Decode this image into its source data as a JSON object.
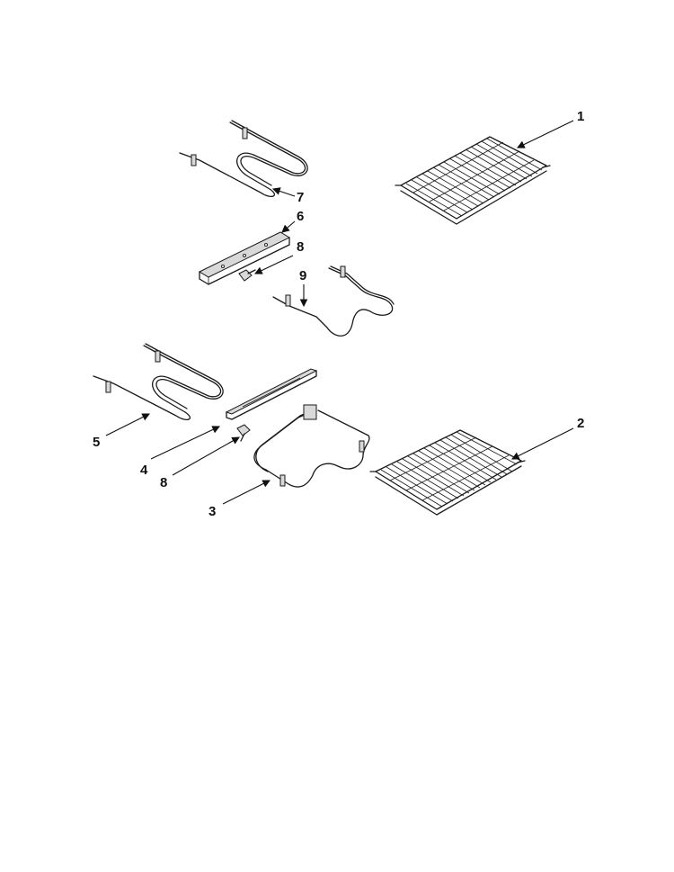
{
  "callouts": [
    {
      "number": "1",
      "part": "oven-rack-upper"
    },
    {
      "number": "2",
      "part": "oven-rack-lower"
    },
    {
      "number": "3",
      "part": "bake-element"
    },
    {
      "number": "4",
      "part": "element-bracket"
    },
    {
      "number": "5",
      "part": "broil-element-lower"
    },
    {
      "number": "6",
      "part": "element-bracket-upper"
    },
    {
      "number": "7",
      "part": "broil-element-upper"
    },
    {
      "number": "8",
      "part": "screw-upper"
    },
    {
      "number": "8",
      "part": "screw-lower"
    },
    {
      "number": "9",
      "part": "bake-element-upper"
    }
  ],
  "colors": {
    "line": "#1a1a1a",
    "background": "#ffffff",
    "metal_fill": "#d9d9d9"
  }
}
